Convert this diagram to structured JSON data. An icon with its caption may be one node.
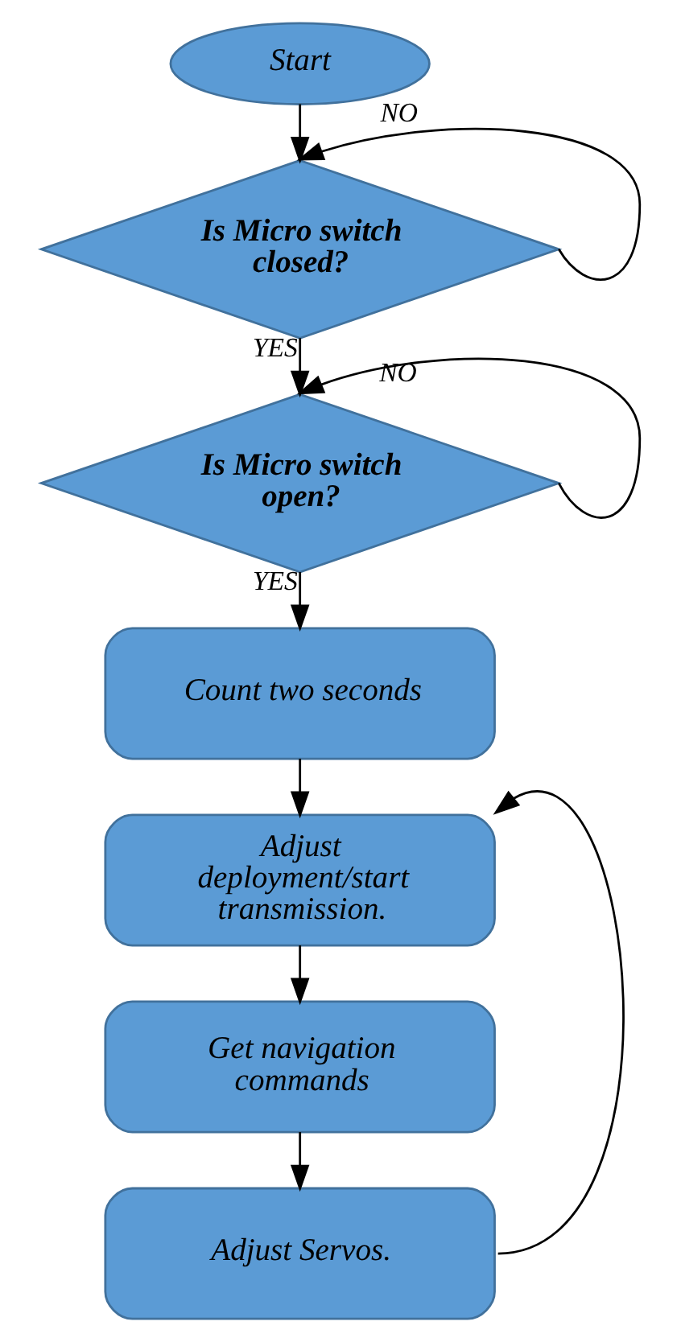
{
  "diagram": {
    "nodes": [
      {
        "text": [
          "Start"
        ]
      },
      {
        "text": [
          "Is Micro switch closed?"
        ]
      },
      {
        "text": [
          "Is Micro switch open?"
        ]
      },
      {
        "text": [
          "Count two seconds"
        ]
      },
      {
        "text": [
          "Adjust deployment/start transmission."
        ]
      },
      {
        "text": [
          "Get navigation commands"
        ]
      },
      {
        "text": [
          "Adjust Servos."
        ]
      }
    ],
    "edges": [
      {
        "from": 0,
        "to": 1,
        "arrow": "to"
      },
      {
        "from": 1,
        "to": 1,
        "arrow": "to",
        "label": "NO"
      },
      {
        "from": 1,
        "to": 2,
        "arrow": "to",
        "label": "YES"
      },
      {
        "from": 2,
        "to": 2,
        "arrow": "to",
        "label": "NO"
      },
      {
        "from": 2,
        "to": 3,
        "arrow": "to",
        "label": "YES"
      },
      {
        "from": 3,
        "to": 4,
        "arrow": "to"
      },
      {
        "from": 4,
        "to": 5,
        "arrow": "to"
      },
      {
        "from": 5,
        "to": 6,
        "arrow": "to"
      },
      {
        "from": 6,
        "to": 4,
        "arrow": "to"
      }
    ]
  }
}
